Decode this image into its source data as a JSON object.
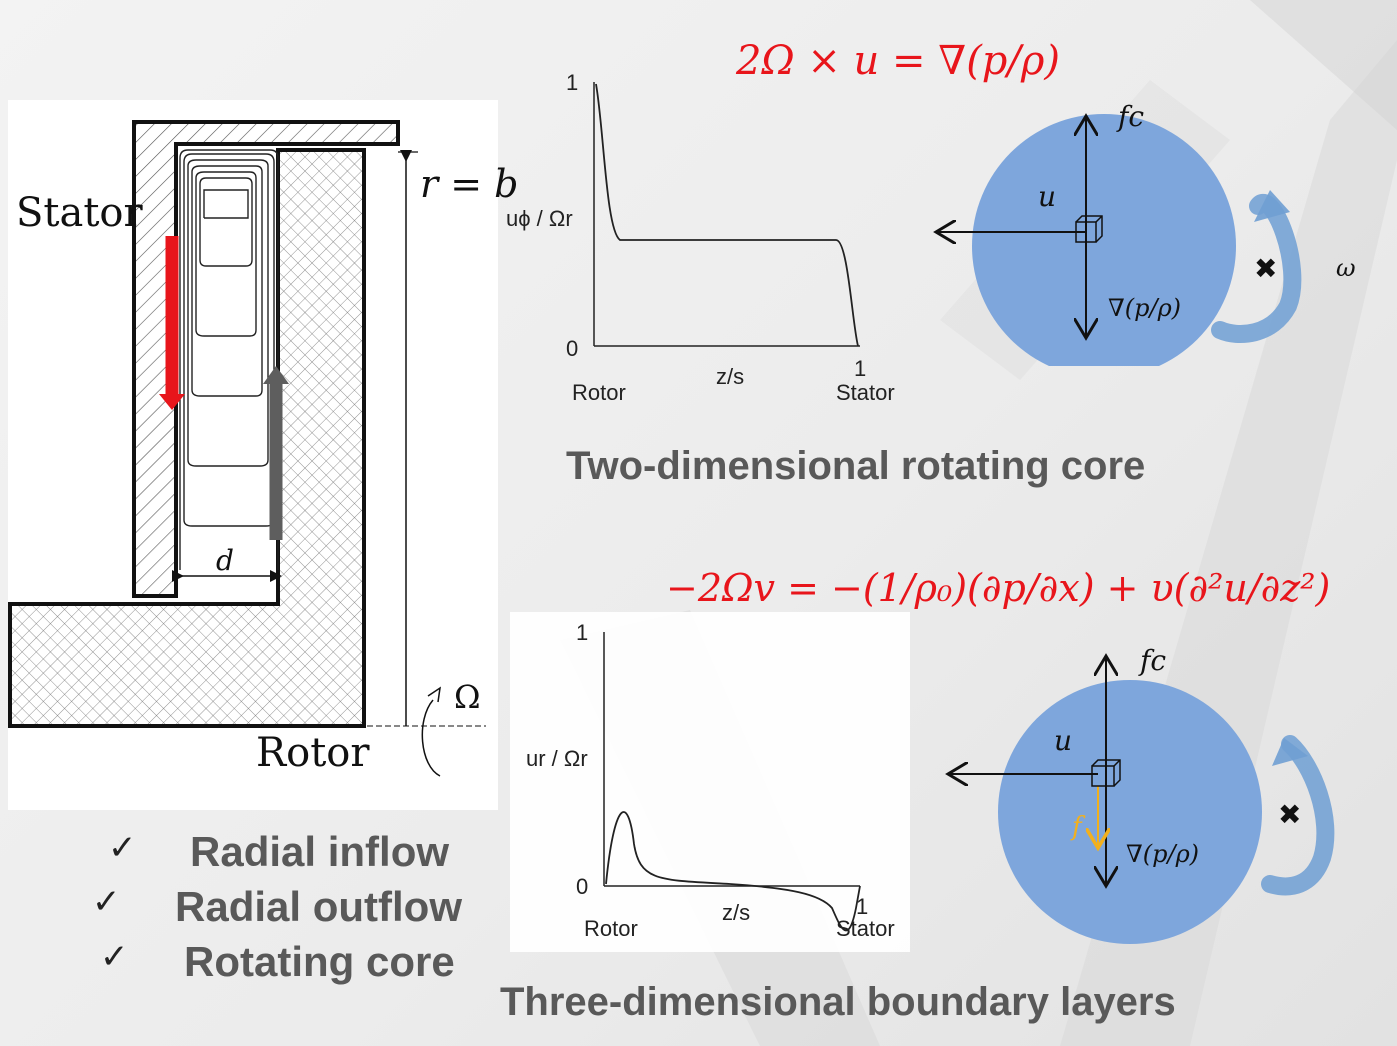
{
  "left_diagram": {
    "stator_label": "Stator",
    "rotor_label": "Rotor",
    "radius_label": "r = b",
    "gap_label": "d",
    "rotation_label": "Ω"
  },
  "checklist": [
    {
      "mark": "✓",
      "text": "Radial inflow"
    },
    {
      "mark": "✓",
      "text": "Radial outflow"
    },
    {
      "mark": "✓",
      "text": "Rotating core"
    }
  ],
  "top_equation": "2Ω × u = ∇(p/ρ)",
  "bottom_equation": "−2Ωv = −(1/ρ₀)(∂p/∂x) + υ(∂²u/∂z²)",
  "top_plot": {
    "y_label": "uϕ / Ωr",
    "y_tick_top": "1",
    "y_tick_bottom": "0",
    "x_label": "z/s",
    "x_left": "Rotor",
    "x_right": "Stator",
    "x_tick_right": "1"
  },
  "bottom_plot": {
    "y_label": "ur / Ωr",
    "y_tick_top": "1",
    "y_tick_bottom": "0",
    "x_label": "z/s",
    "x_left": "Rotor",
    "x_right": "Stator",
    "x_tick_right": "1"
  },
  "top_force": {
    "fc": "fc",
    "u": "u",
    "grad": "∇(p/ρ)",
    "omega": "ω",
    "cross": "✖"
  },
  "bottom_force": {
    "fc": "fc",
    "u": "u",
    "f": "f",
    "grad": "∇(p/ρ)",
    "cross": "✖"
  },
  "top_caption": "Two-dimensional rotating core",
  "bottom_caption": "Three-dimensional boundary layers",
  "colors": {
    "equation": "#e8151b",
    "disk": "#7ea6dc",
    "rotation_arrow": "#6f9fd3",
    "inflow_arrow": "#e8151b",
    "outflow_arrow": "#5e5e5e",
    "f_vector": "#f2b01e",
    "caption": "#595959"
  }
}
